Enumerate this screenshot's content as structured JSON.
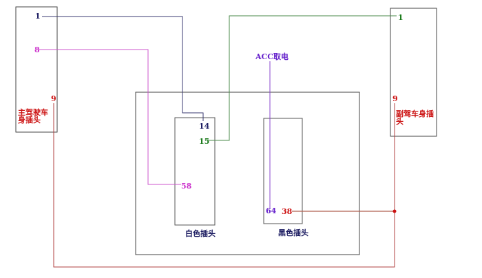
{
  "connectors": {
    "main_driver": {
      "label": "主驾驶车身插头",
      "pins": {
        "p1": "1",
        "p8": "8",
        "p9": "9"
      }
    },
    "passenger": {
      "label": "副驾车身插头",
      "pins": {
        "p1": "1",
        "p9": "9"
      }
    },
    "white_plug": {
      "label": "白色插头",
      "pins": {
        "p14": "14",
        "p15": "15",
        "p58": "58"
      }
    },
    "black_plug": {
      "label": "黑色插头",
      "pins": {
        "p64": "64",
        "p38": "38"
      }
    }
  },
  "acc_label": "ACC取电",
  "colors": {
    "navy": "#3a3a70",
    "magenta": "#cc55cc",
    "green": "#4a8a4a",
    "purple": "#8844cc",
    "red": "#b04040",
    "box": "#444444"
  }
}
